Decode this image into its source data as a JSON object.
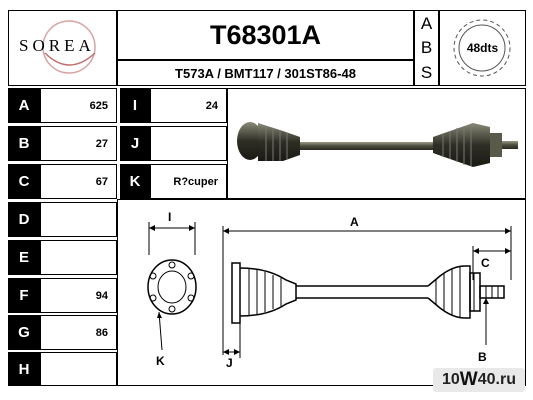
{
  "header": {
    "brand": "SOREA",
    "part_number": "T68301A",
    "cross_refs": "T573A / BMT117 / 301ST86-48",
    "abs_letters": [
      "A",
      "B",
      "S"
    ],
    "teeth": "48dts"
  },
  "specs_left": [
    {
      "label": "A",
      "value": "625"
    },
    {
      "label": "B",
      "value": "27"
    },
    {
      "label": "C",
      "value": "67"
    },
    {
      "label": "D",
      "value": ""
    },
    {
      "label": "E",
      "value": ""
    },
    {
      "label": "F",
      "value": "94"
    },
    {
      "label": "G",
      "value": "86"
    },
    {
      "label": "H",
      "value": ""
    }
  ],
  "specs_right": [
    {
      "label": "I",
      "value": "24"
    },
    {
      "label": "J",
      "value": ""
    },
    {
      "label": "K",
      "value": "R?cuper"
    }
  ],
  "diagram": {
    "dim_i": "I",
    "dim_a": "A",
    "dim_c": "C",
    "dim_k": "K",
    "dim_j": "J",
    "dim_b": "B"
  },
  "watermark": {
    "prefix": "10",
    "mid": "W",
    "suffix": "40",
    "tld": ".ru"
  },
  "colors": {
    "label_bg": "#000000",
    "line": "#000000",
    "shaft": "#6b6b55"
  }
}
